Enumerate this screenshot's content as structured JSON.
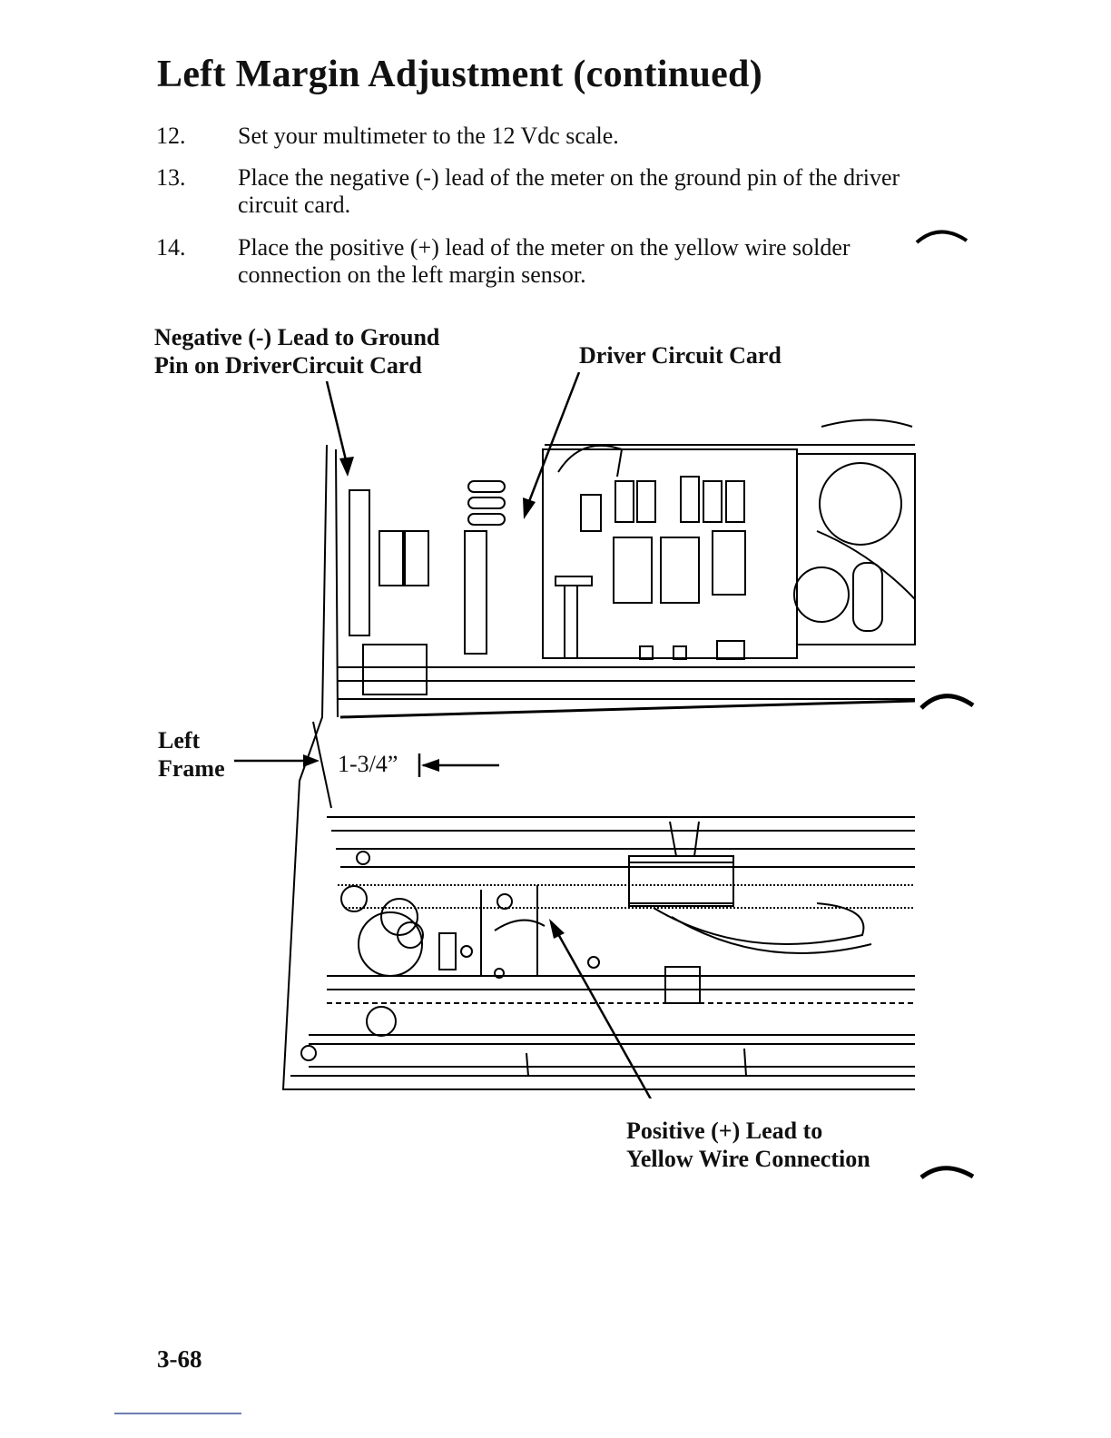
{
  "page": {
    "title": "Left Margin Adjustment (continued)",
    "page_number": "3-68"
  },
  "steps": [
    {
      "num": "12.",
      "text": "Set your multimeter to the 12 Vdc scale."
    },
    {
      "num": "13.",
      "text": "Place the negative (-) lead of the meter on the ground pin of the driver circuit card."
    },
    {
      "num": "14.",
      "text": "Place the positive (+) lead of the meter on the yellow wire solder connection on the left margin sensor."
    }
  ],
  "figure": {
    "callouts": {
      "negative_lead_line1": "Negative (-) Lead to Ground",
      "negative_lead_line2": "Pin on DriverCircuit Card",
      "driver_card": "Driver Circuit Card",
      "left_frame_line1": "Left",
      "left_frame_line2": "Frame",
      "dimension": "1-3/4”",
      "positive_lead_line1": "Positive (+) Lead to",
      "positive_lead_line2": "Yellow Wire Connection"
    }
  }
}
